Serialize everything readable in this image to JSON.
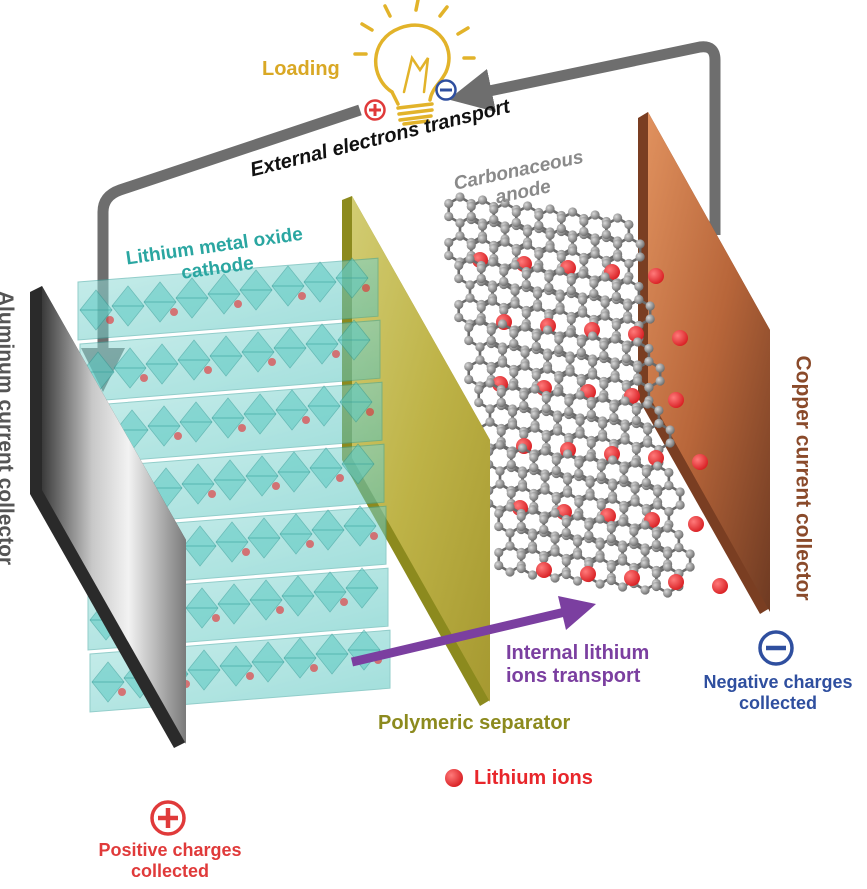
{
  "labels": {
    "loading": "Loading",
    "external_transport": "External electrons transport",
    "anode_line1": "Carbonaceous",
    "anode_line2": "anode",
    "cathode_line1": "Lithium metal oxide",
    "cathode_line2": "cathode",
    "aluminum_collector": "Aluminum current collector",
    "copper_collector": "Copper current collector",
    "internal_line1": "Internal lithium",
    "internal_line2": "ions transport",
    "separator": "Polymeric separator",
    "lithium_ions": "Lithium ions",
    "negative_line1": "Negative charges",
    "negative_line2": "collected",
    "positive_line1": "Positive charges",
    "positive_line2": "collected"
  },
  "colors": {
    "loading": "#d9a825",
    "cathode": "#2aa6a1",
    "anode": "#8a8a8a",
    "aluminum": "#555555",
    "copper": "#8a4a2a",
    "internal": "#7b3fa0",
    "separator": "#8c8a1e",
    "lithium": "#e8262b",
    "negative": "#2f4f9f",
    "positive": "#e03a3a",
    "arrow_gray": "#6e6e6e"
  }
}
